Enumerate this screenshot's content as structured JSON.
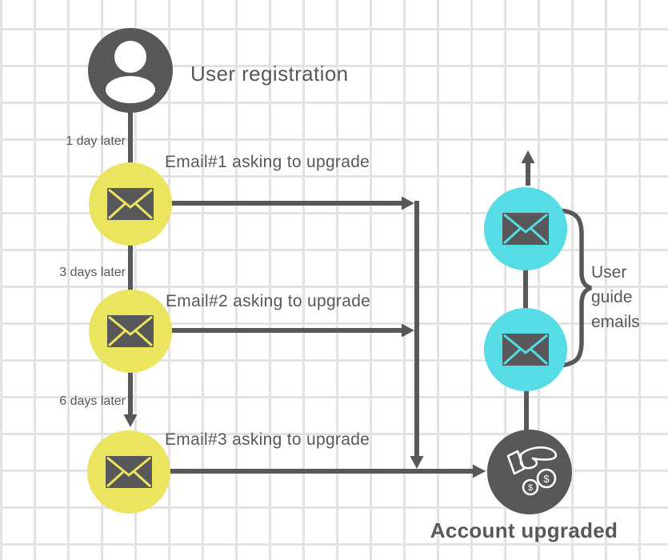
{
  "diagram": {
    "title_node": {
      "label": "User registration",
      "icon": "user-icon"
    },
    "steps": [
      {
        "delay": "1 day later",
        "label": "Email#1 asking to upgrade",
        "icon": "envelope-icon"
      },
      {
        "delay": "3 days later",
        "label": "Email#2 asking to upgrade",
        "icon": "envelope-icon"
      },
      {
        "delay": "6 days later",
        "label": "Email#3 asking to upgrade",
        "icon": "envelope-icon"
      }
    ],
    "result_node": {
      "label": "Account upgraded",
      "icon": "hand-coins-icon"
    },
    "side_branch": {
      "label": "User guide emails",
      "lines": [
        "User",
        "guide",
        "emails"
      ],
      "icon": "envelope-icon"
    },
    "colors": {
      "dark_gray": "#58585a",
      "yellow": "#ebe45f",
      "cyan": "#55dce4",
      "grid_line": "#e3e3e3",
      "background": "#ffffff",
      "icon_stroke_on_dark": "#ffffff"
    }
  }
}
